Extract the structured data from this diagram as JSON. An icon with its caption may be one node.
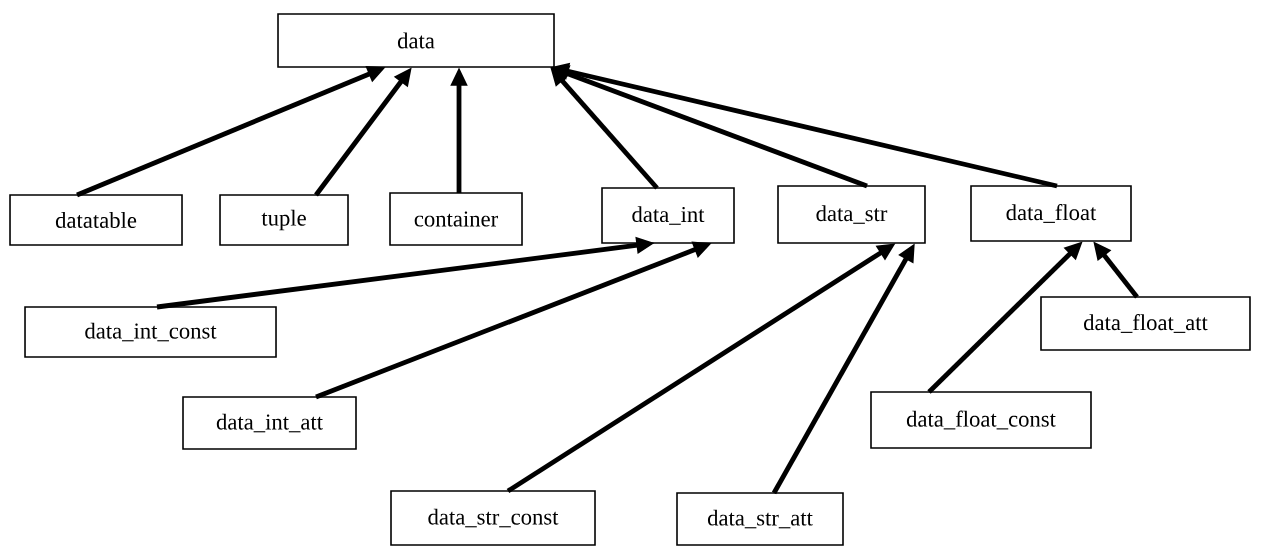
{
  "diagram": {
    "nodes": [
      {
        "text": [
          "data"
        ]
      },
      {
        "text": [
          "datatable"
        ]
      },
      {
        "text": [
          "tuple"
        ]
      },
      {
        "text": [
          "container"
        ]
      },
      {
        "text": [
          "data_int"
        ]
      },
      {
        "text": [
          "data_str"
        ]
      },
      {
        "text": [
          "data_float"
        ]
      },
      {
        "text": [
          "data_int_const"
        ]
      },
      {
        "text": [
          "data_int_att"
        ]
      },
      {
        "text": [
          "data_str_const"
        ]
      },
      {
        "text": [
          "data_str_att"
        ]
      },
      {
        "text": [
          "data_float_const"
        ]
      },
      {
        "text": [
          "data_float_att"
        ]
      }
    ],
    "edges": [
      {
        "from": 1,
        "to": 0,
        "arrow": "to"
      },
      {
        "from": 2,
        "to": 0,
        "arrow": "to"
      },
      {
        "from": 3,
        "to": 0,
        "arrow": "to"
      },
      {
        "from": 4,
        "to": 0,
        "arrow": "to"
      },
      {
        "from": 5,
        "to": 0,
        "arrow": "to"
      },
      {
        "from": 6,
        "to": 0,
        "arrow": "to"
      },
      {
        "from": 7,
        "to": 4,
        "arrow": "to"
      },
      {
        "from": 8,
        "to": 4,
        "arrow": "to"
      },
      {
        "from": 9,
        "to": 5,
        "arrow": "to"
      },
      {
        "from": 10,
        "to": 5,
        "arrow": "to"
      },
      {
        "from": 11,
        "to": 6,
        "arrow": "to"
      },
      {
        "from": 12,
        "to": 6,
        "arrow": "to"
      }
    ]
  }
}
